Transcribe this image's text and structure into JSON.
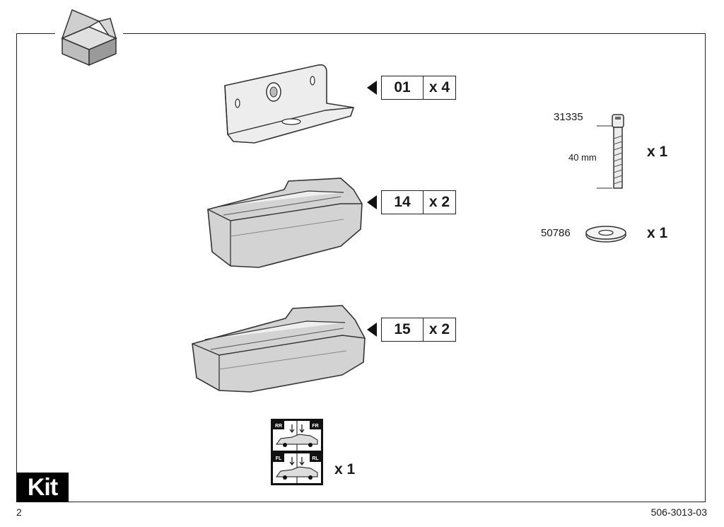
{
  "parts": [
    {
      "number": "01",
      "quantity": "x 4"
    },
    {
      "number": "14",
      "quantity": "x 2"
    },
    {
      "number": "15",
      "quantity": "x 2"
    }
  ],
  "bolt": {
    "code": "31335",
    "length": "40 mm",
    "quantity": "x 1"
  },
  "washer": {
    "code": "50786",
    "quantity": "x 1"
  },
  "stickers": {
    "quantity": "x 1",
    "top": {
      "left": "RR",
      "right": "FR"
    },
    "bottom": {
      "left": "FL",
      "right": "RL"
    }
  },
  "kit_label": "Kit",
  "page_number": "2",
  "document_code": "506-3013-03"
}
